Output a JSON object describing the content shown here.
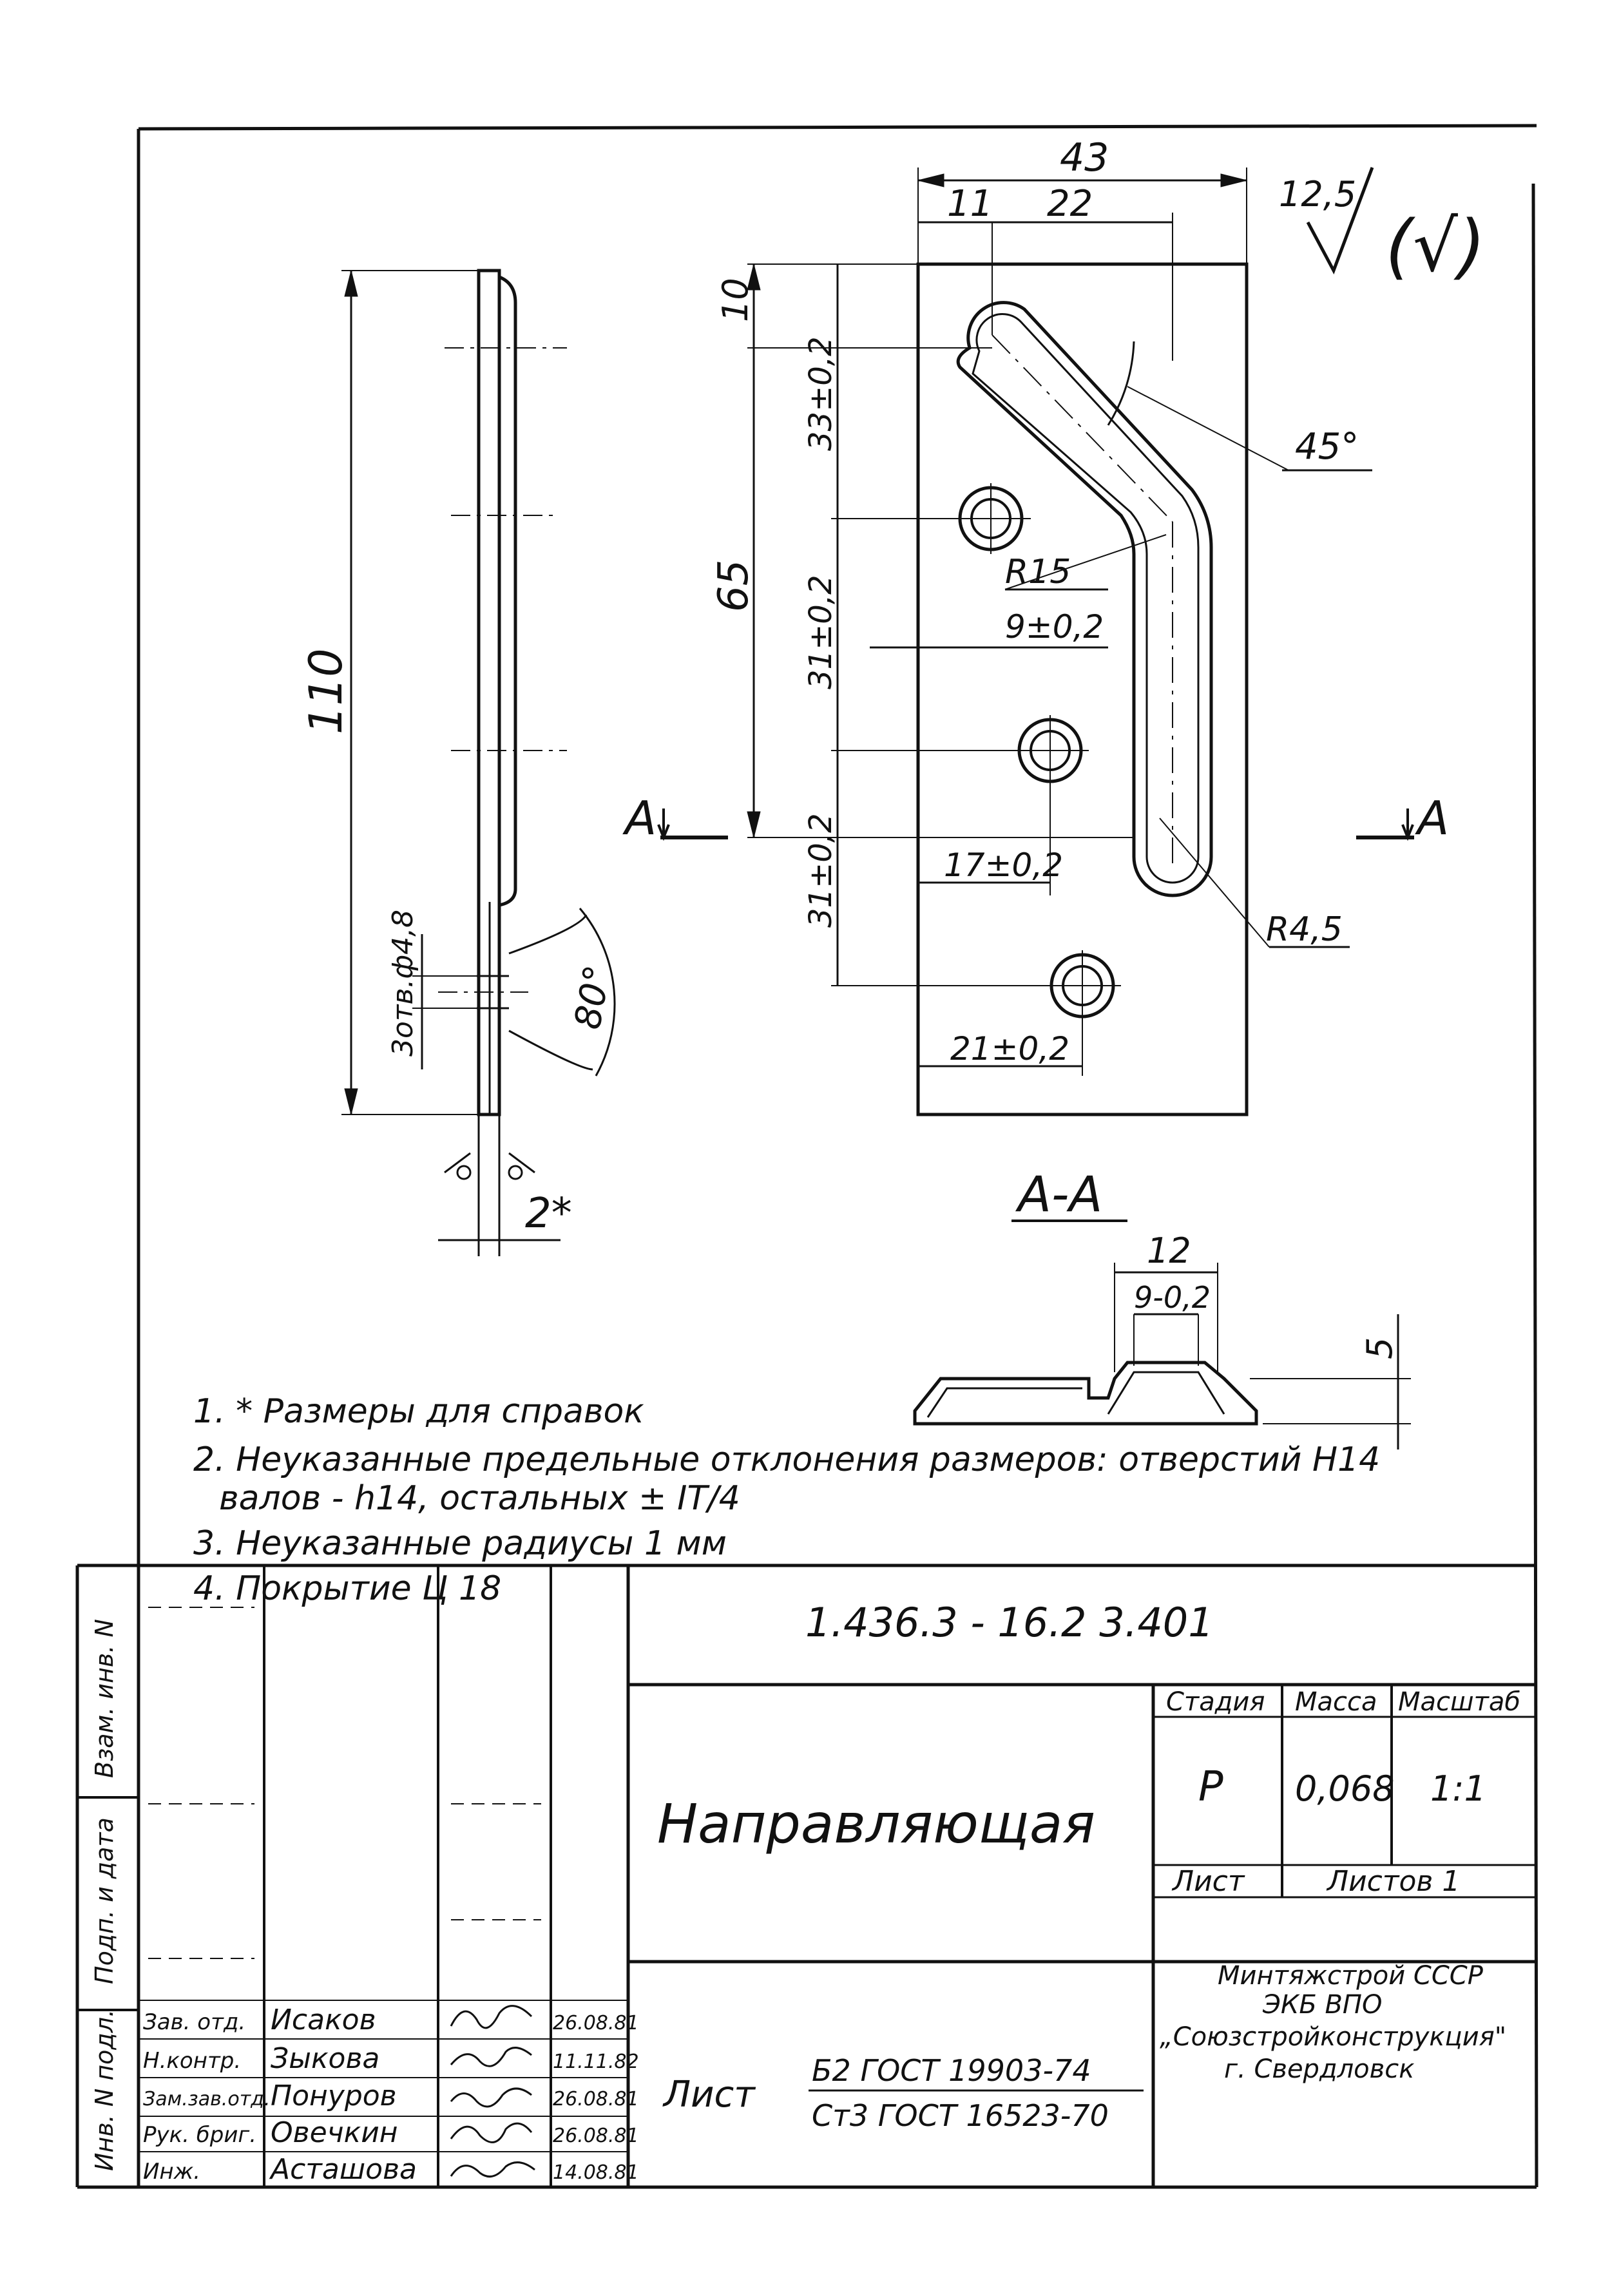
{
  "drawing": {
    "designation": "1.436.3 - 16.2   3.401",
    "title": "Направляющая",
    "section_label": "A-A",
    "section_mark_left": "A",
    "section_mark_right": "A",
    "roughness": "12,5",
    "roughness_paren": "(√)"
  },
  "dimensions": {
    "overall_height": "110",
    "width_total": "43",
    "d11": "11",
    "d22": "22",
    "d10": "10",
    "d65": "65",
    "d33": "33±0,2",
    "d31a": "31±0,2",
    "d31b": "31±0,2",
    "angle45": "45°",
    "r15": "R15",
    "d9": "9±0,2",
    "d17": "17±0,2",
    "r45": "R4,5",
    "d21": "21±0,2",
    "holes": "3отв.ф4,8",
    "angle80": "80°",
    "thickness": "2*",
    "sec12": "12",
    "sec9": "9-0,2",
    "sec5": "5"
  },
  "notes": [
    "1. * Размеры для справок",
    "2. Неуказанные предельные отклонения размеров: отверстий H14",
    "валов - h14, остальных ± IT/4",
    "3. Неуказанные радиусы 1 мм",
    "4. Покрытие Ц 18"
  ],
  "margin_labels": [
    "Инв. N подл.",
    "Подп. и дата",
    "Взам. инв. N"
  ],
  "title_block": {
    "stage_header": "Стадия",
    "mass_header": "Масса",
    "scale_header": "Масштаб",
    "stage": "Р",
    "mass": "0,068",
    "scale": "1:1",
    "sheet_label": "Лист",
    "sheets_label": "Листов 1",
    "material_label": "Лист",
    "material_line1": "Б2 ГОСТ 19903-74",
    "material_line2": "Ст3 ГОСТ 16523-70",
    "org_line1": "Минтяжстрой СССР",
    "org_line2": "ЭКБ ВПО",
    "org_line3": "„Союзстройконструкция\"",
    "org_line4": "г. Свердловск",
    "roles": [
      "Зав. отд.",
      "Н.контр.",
      "Зам.зав.отд.",
      "Рук. бриг.",
      "Инж."
    ],
    "names": [
      "Исаков",
      "Зыкова",
      "Понуров",
      "Овечкин",
      "Асташова"
    ],
    "dates": [
      "26.08.81",
      "11.11.82",
      "26.08.81",
      "26.08.81",
      "14.08.81"
    ]
  }
}
